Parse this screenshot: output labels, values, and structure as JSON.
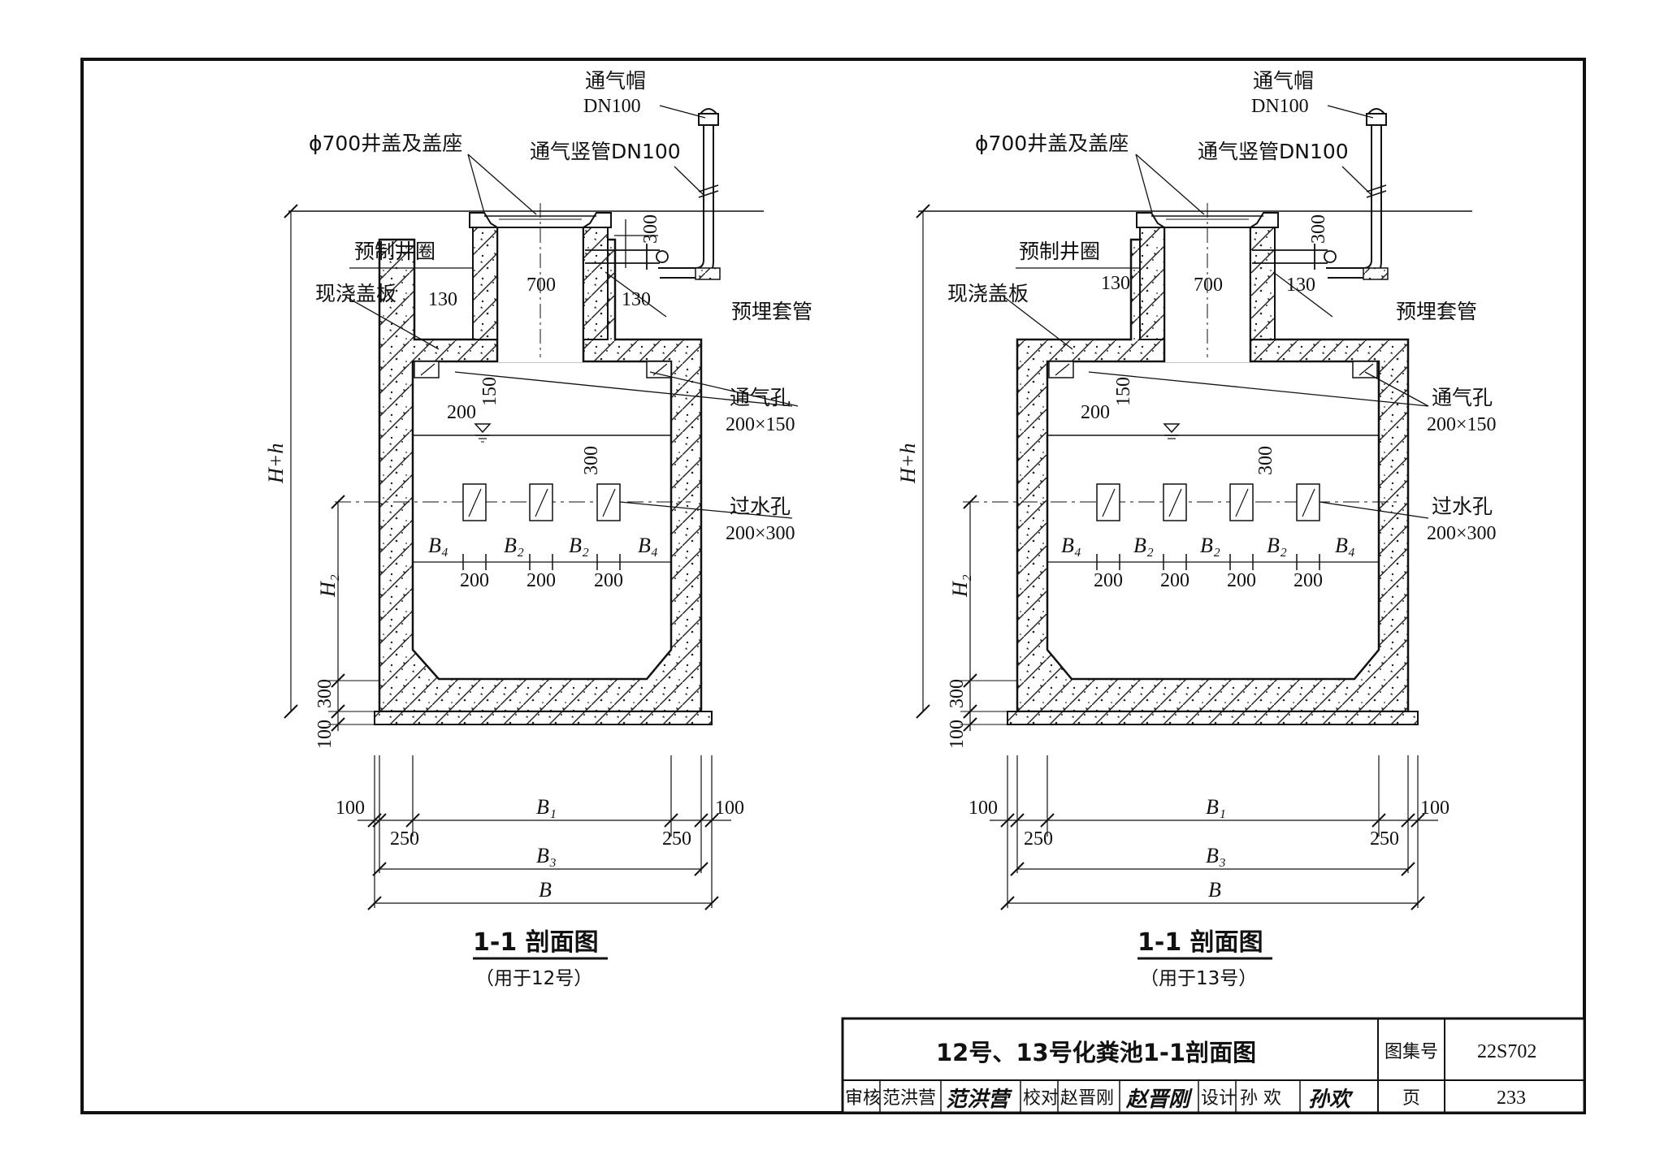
{
  "sections": [
    {
      "title": "1-1 剖面图",
      "subtitle": "（用于12号）",
      "labels": {
        "vent_cap": "通气帽",
        "vent_cap_dn": "DN100",
        "cover": "ϕ700井盖及盖座",
        "vent_pipe": "通气竖管DN100",
        "ring": "预制井圈",
        "slab": "现浇盖板",
        "sleeve": "预埋套管",
        "vent_hole": "通气孔",
        "vent_hole_size": "200×150",
        "water_hole": "过水孔",
        "water_hole_size": "200×300",
        "h_total": "H+h",
        "h2": "H₂"
      },
      "dims": {
        "d700": "700",
        "d130a": "130",
        "d130b": "130",
        "d300top": "300",
        "d200": "200",
        "d150": "150",
        "d300hole": "300",
        "b4a": "B₄",
        "b2a": "B₂",
        "b2b": "B₂",
        "b4b": "B₄",
        "w1": "200",
        "w2": "200",
        "w3": "200",
        "d300bot": "300",
        "d100bot": "100",
        "l100": "100",
        "r100": "100",
        "l250": "250",
        "r250": "250",
        "B1": "B₁",
        "B3": "B₃",
        "B": "B"
      }
    },
    {
      "title": "1-1 剖面图",
      "subtitle": "（用于13号）",
      "labels": {
        "vent_cap": "通气帽",
        "vent_cap_dn": "DN100",
        "cover": "ϕ700井盖及盖座",
        "vent_pipe": "通气竖管DN100",
        "ring": "预制井圈",
        "slab": "现浇盖板",
        "sleeve": "预埋套管",
        "vent_hole": "通气孔",
        "vent_hole_size": "200×150",
        "water_hole": "过水孔",
        "water_hole_size": "200×300",
        "h_total": "H+h",
        "h2": "H₂"
      },
      "dims": {
        "d700": "700",
        "d130a": "130",
        "d130b": "130",
        "d300top": "300",
        "d200": "200",
        "d150": "150",
        "d300hole": "300",
        "b4a": "B₄",
        "b2a": "B₂",
        "b2b": "B₂",
        "b2c": "B₂",
        "b4b": "B₄",
        "w1": "200",
        "w2": "200",
        "w3": "200",
        "w4": "200",
        "d300bot": "300",
        "d100bot": "100",
        "l100": "100",
        "r100": "100",
        "l250": "250",
        "r250": "250",
        "B1": "B₁",
        "B3": "B₃",
        "B": "B"
      }
    }
  ],
  "title_block": {
    "drawing_title": "12号、13号化粪池1-1剖面图",
    "atlas_label": "图集号",
    "atlas_no": "22S702",
    "reviewer_label": "审核",
    "reviewer": "范洪营",
    "reviewer_sig": "范洪营",
    "checker_label": "校对",
    "checker": "赵晋刚",
    "checker_sig": "赵晋刚",
    "designer_label": "设计",
    "designer": "孙 欢",
    "designer_sig": "孙欢",
    "page_label": "页",
    "page_no": "233"
  }
}
